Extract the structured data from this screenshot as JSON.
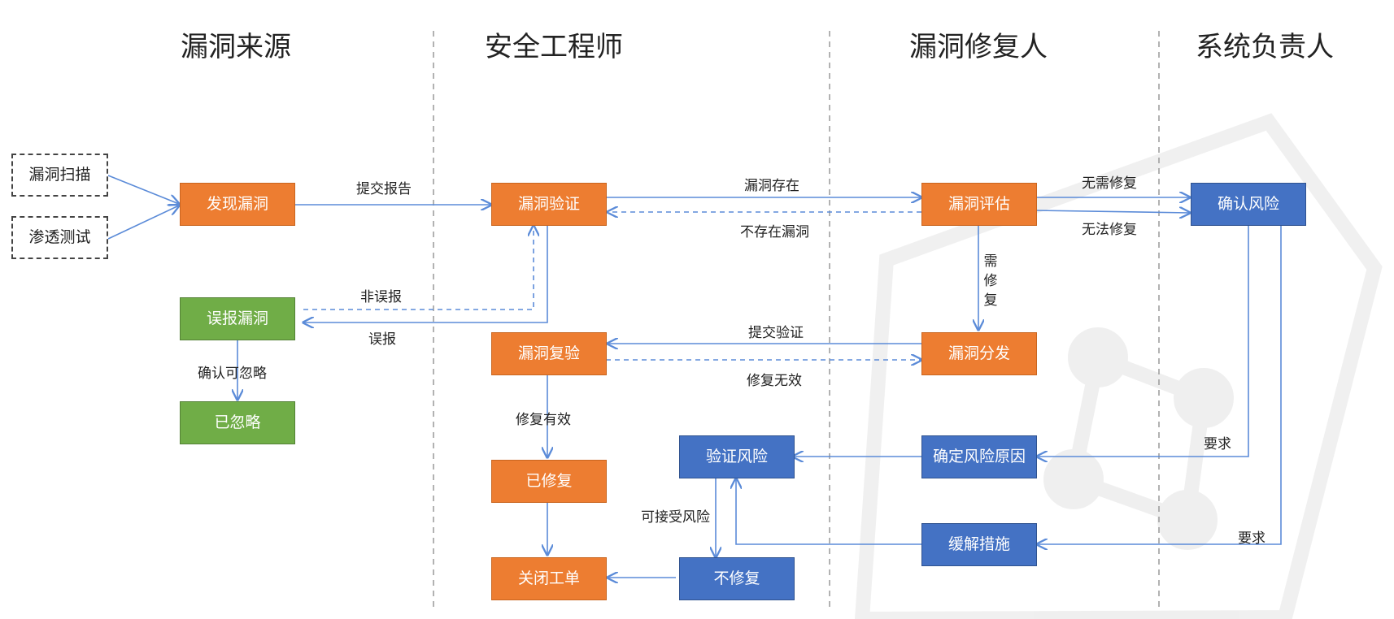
{
  "lanes": [
    "漏洞来源",
    "安全工程师",
    "漏洞修复人",
    "系统负责人"
  ],
  "nodes": {
    "scan": "漏洞扫描",
    "pentest": "渗透测试",
    "discover": "发现漏洞",
    "false_report": "误报漏洞",
    "ignored": "已忽略",
    "verify": "漏洞验证",
    "retest": "漏洞复验",
    "fixed": "已修复",
    "close_ticket": "关闭工单",
    "verify_risk": "验证风险",
    "no_fix": "不修复",
    "assess": "漏洞评估",
    "distribute": "漏洞分发",
    "root_cause": "确定风险原因",
    "mitigation": "缓解措施",
    "confirm_risk": "确认风险"
  },
  "edge_labels": {
    "submit_report": "提交报告",
    "vuln_exists": "漏洞存在",
    "not_exists": "不存在漏洞",
    "not_false_report": "非误报",
    "false_report": "误报",
    "confirm_ignorable": "确认可忽略",
    "no_fix_needed": "无需修复",
    "cannot_fix": "无法修复",
    "needs_fix": "需修复",
    "submit_verify": "提交验证",
    "fix_invalid": "修复无效",
    "fix_valid": "修复有效",
    "acceptable_risk": "可接受风险",
    "require_1": "要求",
    "require_2": "要求"
  },
  "colors": {
    "orange": "#ED7D31",
    "green": "#70AD47",
    "blue": "#4472C4",
    "arrow": "#5B8BD8",
    "lane_divider": "#999999"
  }
}
